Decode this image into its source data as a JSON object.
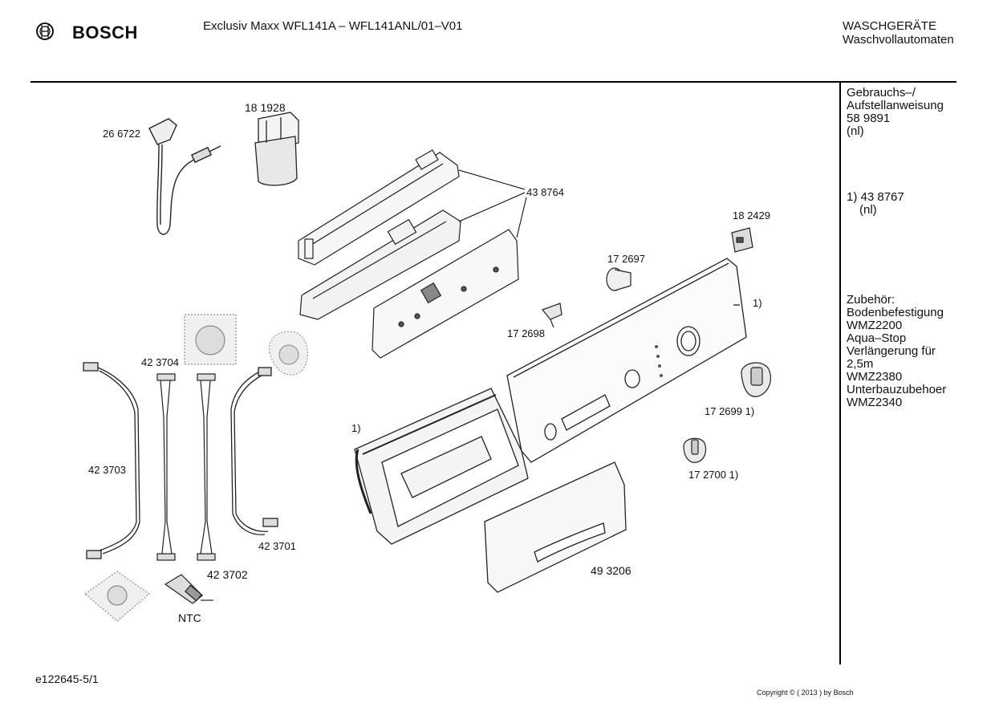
{
  "header": {
    "brand": "BOSCH",
    "model": "Exclusiv Maxx WFL141A – WFL141ANL/01–V01",
    "category": "WASCHGERÄTE",
    "subcategory": "Waschvollautomaten"
  },
  "sidebar": {
    "manual": [
      "Gebrauchs–/",
      "Aufstellanweisung",
      "58 9891",
      "(nl)"
    ],
    "footnote": [
      "1) 43 8767",
      "(nl)"
    ],
    "accessories": [
      "Zubehör:",
      "Bodenbefestigung",
      "WMZ2200",
      "Aqua–Stop",
      "Verlängerung für",
      "2,5m",
      "WMZ2380",
      "Unterbauzubehoer",
      "WMZ2340"
    ]
  },
  "parts": {
    "p266722": "26 6722",
    "p181928": "18 1928",
    "p438764": "43 8764",
    "p182429": "18 2429",
    "p172697": "17 2697",
    "note1_panel": "1)",
    "p172698": "17 2698",
    "p423704": "42 3704",
    "p423703": "42 3703",
    "p423701": "42 3701",
    "p423702": "42 3702",
    "ntc": "NTC",
    "p172699": "17 2699 1)",
    "note1_door": "1)",
    "p172700": "17 2700  1)",
    "p493206": "49 3206"
  },
  "footer": {
    "doc_id": "e122645-5/1",
    "copyright": "Copyright © ( 2013 ) by Bosch"
  }
}
